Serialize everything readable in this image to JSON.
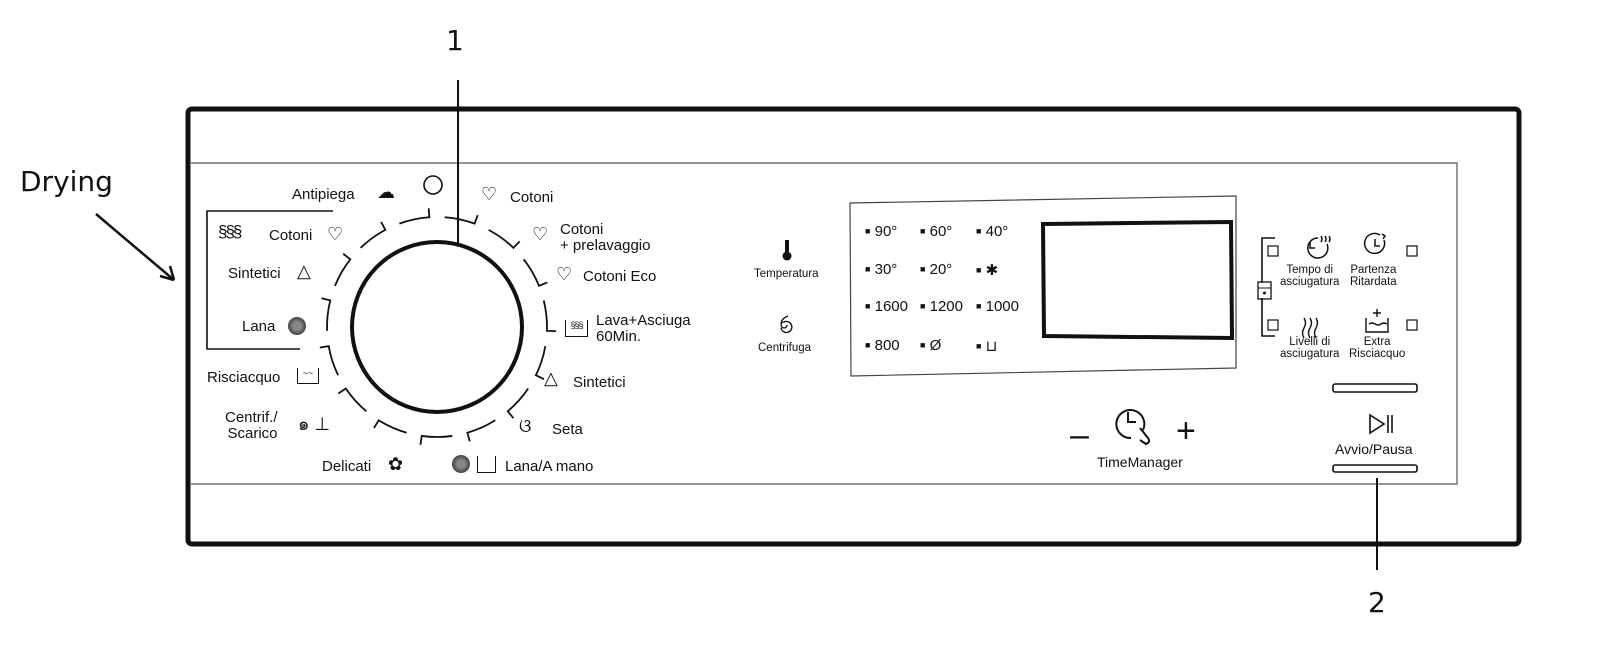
{
  "annotations": {
    "drying": "Drying",
    "callout_1": "1",
    "callout_2": "2"
  },
  "dial": {
    "programs_left": [
      {
        "label": "Antipiega",
        "icon": "steam-cloud-icon"
      },
      {
        "label": "Cotoni",
        "icon": "cotton-flower-icon"
      },
      {
        "label": "Sintetici",
        "icon": "triangle-synthetic-icon"
      },
      {
        "label": "Lana",
        "icon": "wool-ball-icon"
      },
      {
        "label": "Risciacquo",
        "icon": "rinse-tub-icon"
      },
      {
        "label": "Centrif./",
        "label2": "Scarico",
        "icon": "spin-drain-icon"
      },
      {
        "label": "Delicati",
        "icon": "flower-icon"
      }
    ],
    "programs_right": [
      {
        "label": "Cotoni",
        "icon": "cotton-flower-icon"
      },
      {
        "label": "Cotoni",
        "label2": "+ prelavaggio",
        "icon": "cotton-flower-icon"
      },
      {
        "label": "Cotoni Eco",
        "icon": "cotton-flower-icon"
      },
      {
        "label": "Lava+Asciuga",
        "label2": "60Min.",
        "icon": "wash-dry-icon"
      },
      {
        "label": "Sintetici",
        "icon": "triangle-synthetic-icon"
      },
      {
        "label": "Seta",
        "icon": "butterfly-icon"
      },
      {
        "label": "Lana/A mano",
        "icon": "wool-handwash-icon"
      }
    ]
  },
  "display": {
    "temperature_label": "Temperatura",
    "spin_label": "Centrifuga",
    "grid": [
      [
        "90°",
        "60°",
        "40°"
      ],
      [
        "30°",
        "20°",
        "✱"
      ],
      [
        "1600",
        "1200",
        "1000"
      ],
      [
        "800",
        "no-spin",
        "rinse-hold"
      ]
    ]
  },
  "options": {
    "dry_time": {
      "l1": "Tempo di",
      "l2": "asciugatura"
    },
    "delay": {
      "l1": "Partenza",
      "l2": "Ritardata"
    },
    "dry_level": {
      "l1": "Livelli di",
      "l2": "asciugatura"
    },
    "extra_rinse": {
      "l1": "Extra",
      "l2": "Risciacquo"
    }
  },
  "time_manager": {
    "label": "TimeManager",
    "minus": "–",
    "plus": "+"
  },
  "start_pause": {
    "label": "Avvio/Pausa"
  }
}
